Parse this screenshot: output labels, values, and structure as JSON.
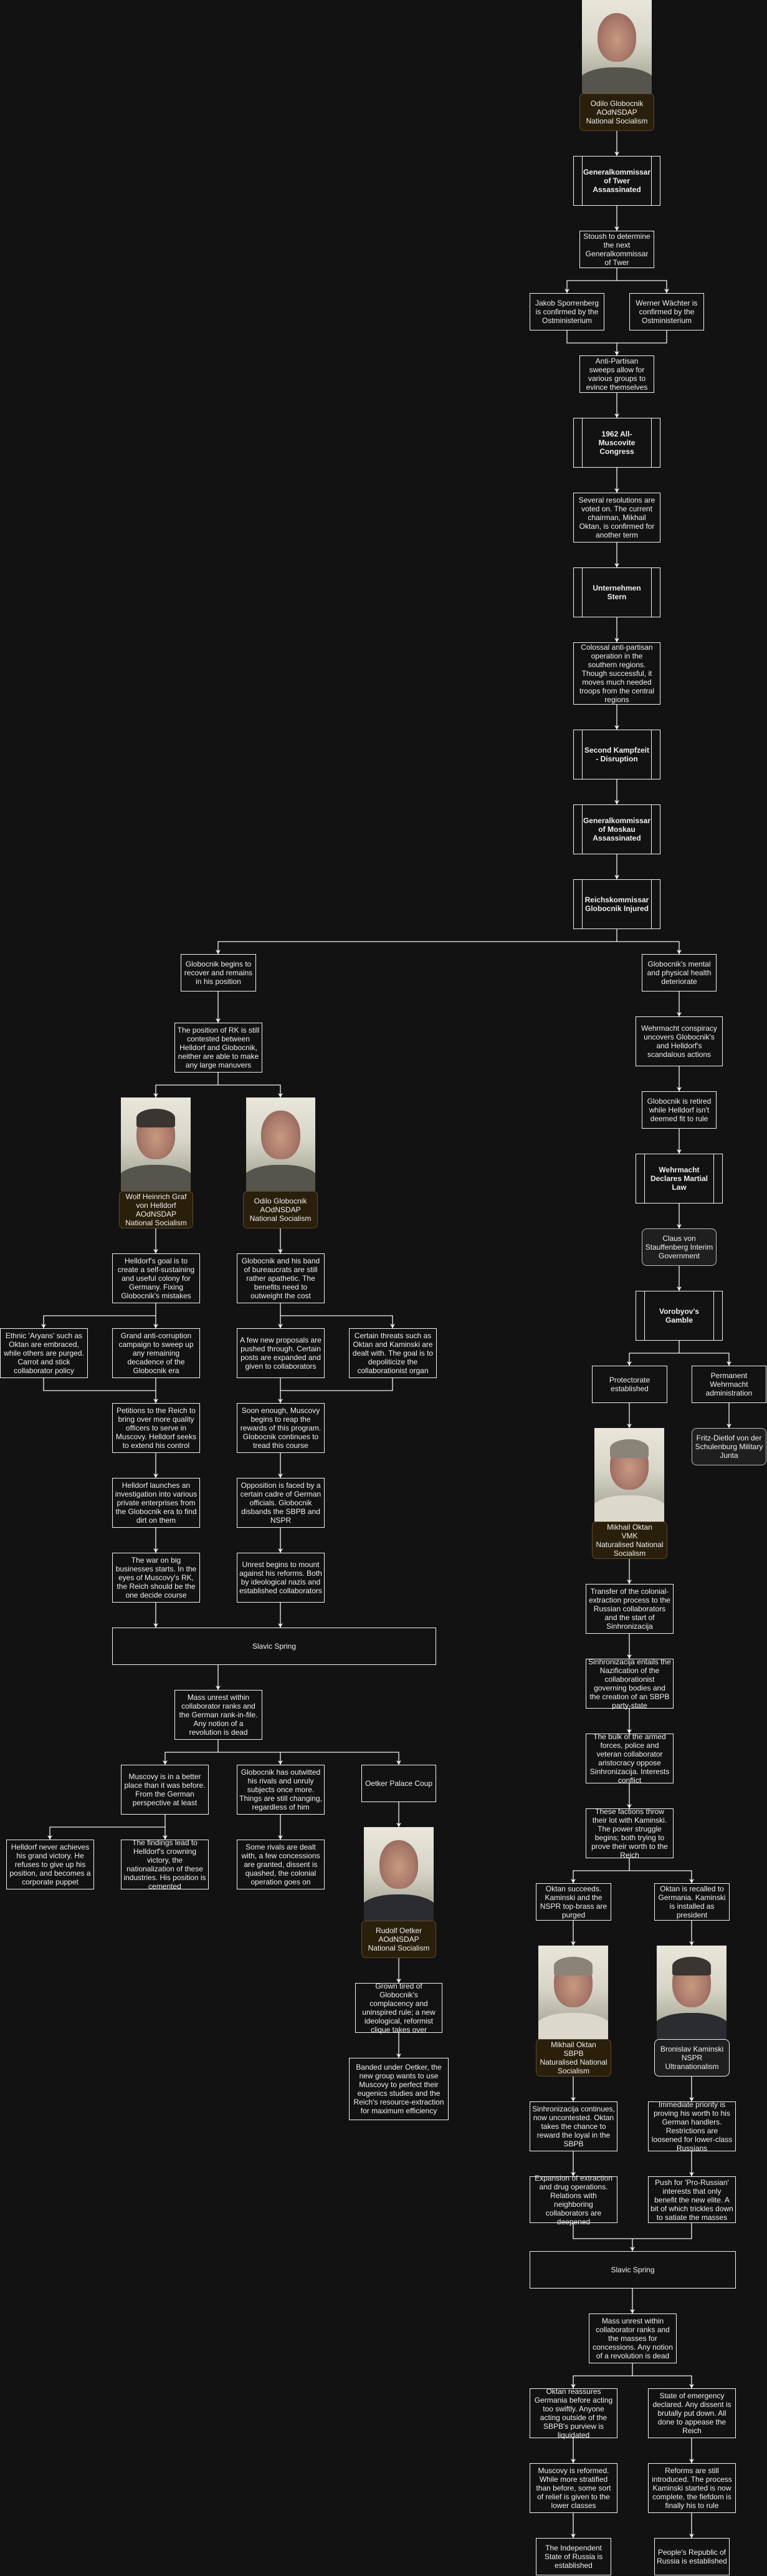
{
  "nodes": {
    "twer_assassinated": "Generalkommissar of Twer Assassinated",
    "stoush": "Stoush to determine the next Generalkommissar of Twer",
    "sporrenberg": "Jakob Sporrenberg is confirmed by the Ostministerium",
    "waechter": "Werner Wächter is confirmed by the Ostministerium",
    "anti_partisan": "Anti-Partisan sweeps allow for various groups to evince themselves",
    "congress": "1962 All-Muscovite Congress",
    "resolutions": "Several resolutions are voted on. The current chairman, Mikhail Oktan, is confirmed for another term",
    "stern": "Unternehmen Stern",
    "colossal": "Colossal anti-partisan operation in the southern regions. Though successful, it moves much needed troops from the central regions",
    "kampfzeit": "Second Kampfzeit - Disruption",
    "moskau_assassinated": "Generalkommissar of Moskau Assassinated",
    "injured": "Reichskommissar Globocnik Injured",
    "recover": "Globocnik begins to recover and remains in his position",
    "contested": "The position of RK is still contested between Helldorf and Globocnik, neither are able to make any large manuvers",
    "helldorf_goal": "Helldorf's goal is to create a self-sustaining and useful colony for Germany. Fixing Globocnik's mistakes",
    "glob_band": "Globocnik and his band of bureaucrats are still rather apathetic. The benefits need to outweight the cost",
    "aryans": "Ethnic 'Aryans' such as Oktan are embraced, while others are purged. Carrot and stick collaborator policy",
    "anti_corruption": "Grand anti-corruption campaign to sweep up any remaining decadence of the Globocnik era",
    "proposals": "A few new proposals are pushed through. Certain posts are expanded and given to collaborators",
    "threats": "Certain threats such as Oktan and Kaminski are dealt with. The goal is to depoliticize the collaborationist organ",
    "petitions": "Petitions to the Reich to bring over more quality officers to serve in Muscovy. Helldorf seeks to extend his control",
    "reap": "Soon enough, Muscovy begins to reap the rewards of this program. Globocnik continues to tread this course",
    "investigation": "Helldorf launches an investigation into various private enterprises from the Globocnik era to find dirt on them",
    "opposition": "Opposition is faced by a certain cadre of German officials. Globocnik disbands the SBPB and NSPR",
    "war_business": "The war on big businesses starts. In the eyes of Muscovy's RK, the Reich should be the one decide course",
    "unrest_mount": "Unrest begins to mount against his reforms. Both by ideological nazis and established collaborators",
    "slavic_spring_1": "Slavic Spring",
    "mass_unrest_1": "Mass unrest within collaborator ranks and the German rank-in-file. Any notion of a revolution is dead",
    "better_place": "Muscovy is in a better place than it was before. From the German perspective at least",
    "outwitted": "Globocnik has outwitted his rivals and unruly subjects once more. Things are still changing, regardless of him",
    "oetker_coup": "Oetker Palace Coup",
    "never_victory": "Helldorf never achieves his grand victory. He refuses to give up his position, and becomes a corporate puppet",
    "findings": "The findings lead to Helldorf's crowning victory, the nationalization of these industries. His position is cemented",
    "rivals_dealt": "Some rivals are dealt with, a few concessions are granted, dissent is quashed, the colonial operation goes on",
    "grown_tired": "Grown tired of Globocnik's complacency and uninspired rule; a new ideological, reformist clique takes over",
    "banded": "Banded under Oetker, the new group wants to use Muscovy to perfect their eugenics studies and the Reich's resource-extraction for maximum efficiency",
    "health": "Globocnik's mental and physical health deteriorate",
    "conspiracy": "Wehrmacht conspiracy uncovers Globocnik's and Helldorf's scandalous actions",
    "retired": "Globocnik is retired while Helldorf isn't deemed fit to rule",
    "martial_law": "Wehrmacht Declares Martial Law",
    "stauffenberg": "Claus von Stauffenberg Interim Government",
    "gamble": "Vorobyov's Gamble",
    "protectorate": "Protectorate established",
    "permanent": "Permanent Wehrmacht administration",
    "schulenburg": "Fritz-Dietlof von der Schulenburg Military Junta",
    "transfer": "Transfer of the colonial-extraction process to the Russian collaborators and the start of Sinhronizacija",
    "sinhro_entails": "Sinhronizacija entails the Nazification of the collaborationist governing bodies and the creation of an SBPB party-state",
    "bulk": "The bulk of the armed forces, police and veteran collaborator aristocracy oppose Sinhronizacija. Interests conflict",
    "factions": "These factions throw their lot with Kaminski. The power struggle begins; both trying to prove their worth to the Reich",
    "oktan_succeeds": "Oktan succeeds. Kaminski and the NSPR top-brass are purged",
    "oktan_recalled": "Oktan is recalled to Germania. Kaminski is installed as president",
    "sinhro_continues": "Sinhronizacija continues, now uncontested. Oktan takes the chance to reward the loyal in the SBPB",
    "immediate": "Immediate priority is proving his worth to his German handlers. Restrictions are loosened for lower-class Russians",
    "expansion": "Expansion of extraction and drug operations. Relations with neighboring collaborators are deepened",
    "pro_russian": "Push for 'Pro-Russian' interests that only benefit the new elite. A bit of which trickles down to satiate the masses",
    "slavic_spring_2": "Slavic Spring",
    "mass_unrest_2": "Mass unrest within collaborator ranks and the masses for concessions. Any notion of a revolution is dead",
    "reassures": "Oktan reassures Germania before acting too swiftly. Anyone acting outside of the SBPB's purview is liquidated",
    "emergency": "State of emergency declared. Any dissent is brutally put down. All done to appease the Reich",
    "reformed": "Muscovy is reformed. While more stratified than before, some sort of relief is given to the lower classes",
    "reforms_still": "Reforms are still introduced. The process Kaminski started is now complete, the fiefdom is finally his to rule",
    "independent_state": "The Independent State of Russia is established",
    "peoples_republic": "People's Republic of Russia is established"
  },
  "leaders": {
    "globocnik_top": {
      "name": "Odilo Globocnik",
      "party": "AOdNSDAP",
      "ideology": "National Socialism"
    },
    "helldorf": {
      "name": "Wolf Heinrich Graf von Helldorf",
      "party": "AOdNSDAP",
      "ideology": "National Socialism"
    },
    "globocnik_mid": {
      "name": "Odilo Globocnik",
      "party": "AOdNSDAP",
      "ideology": "National Socialism"
    },
    "oetker": {
      "name": "Rudolf Oetker",
      "party": "AOdNSDAP",
      "ideology": "National Socialism"
    },
    "oktan_vmk": {
      "name": "Mikhail Oktan",
      "party": "VMK",
      "ideology": "Naturalised National Socialism"
    },
    "oktan_sbpb": {
      "name": "Mikhail Oktan",
      "party": "SBPB",
      "ideology": "Naturalised National Socialism"
    },
    "kaminski": {
      "name": "Bronislav Kaminski",
      "party": "NSPR",
      "ideology": "Ultranationalism"
    }
  },
  "colors": {
    "background": "#121212",
    "line": "#f2f2f2",
    "leader_fill": "#2a1f0b",
    "neutral_fill": "#1f1f1f"
  }
}
